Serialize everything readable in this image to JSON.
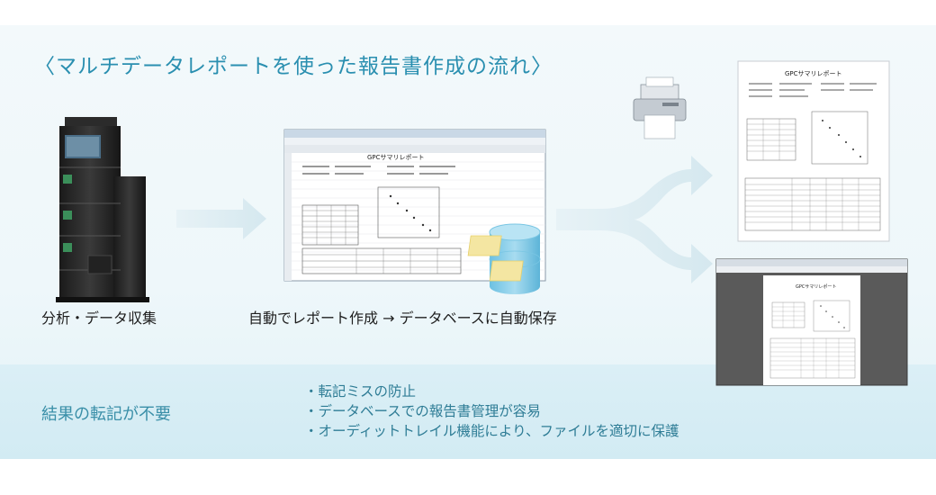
{
  "headline": "〈マルチデータレポートを使った報告書作成の流れ〉",
  "captions": {
    "collect": "分析・データ収集",
    "report": "自動でレポート作成 → データベースに自動保存"
  },
  "notes": {
    "title": "結果の転記が不要",
    "items": [
      "・転記ミスの防止",
      "・データベースでの報告書管理が容易",
      "・オーディットトレイル機能により、ファイルを適切に保護"
    ]
  },
  "report_doc": {
    "title": "GPCサマリレポート"
  },
  "colors": {
    "accent": "#2a8fb0",
    "arrow": "#dcecf2",
    "db_body": "#8fd0ea"
  }
}
